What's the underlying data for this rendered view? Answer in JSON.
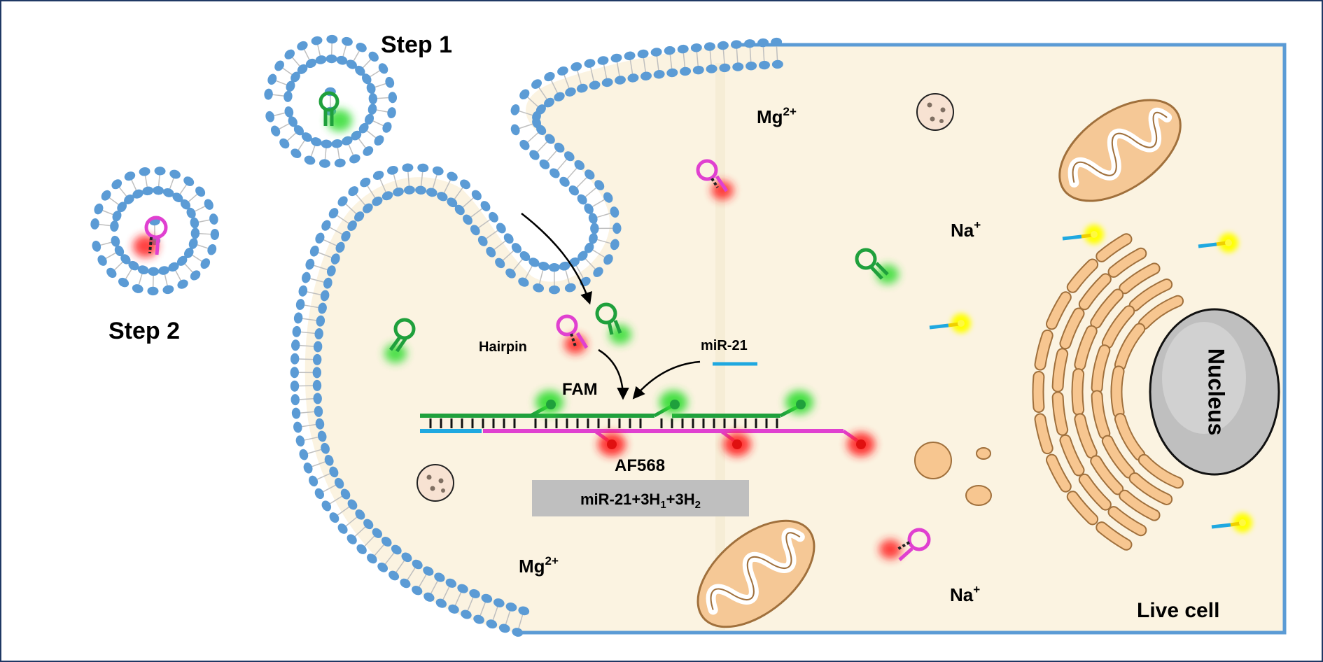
{
  "labels": {
    "step1": "Step 1",
    "step2": "Step 2",
    "mg_top": "Mg",
    "mg_top_sup": "2+",
    "mg_bottom": "Mg",
    "mg_bottom_sup": "2+",
    "na_top": "Na",
    "na_top_sup": "+",
    "na_bottom": "Na",
    "na_bottom_sup": "+",
    "hairpin": "Hairpin",
    "mir21": "miR-21",
    "fam": "FAM",
    "af568": "AF568",
    "product_box_main": "miR-21+3H",
    "product_sub1": "1",
    "product_plus": "+3H",
    "product_sub2": "2",
    "nucleus": "Nucleus",
    "live_cell": "Live cell"
  },
  "colors": {
    "frame": "#1f3864",
    "cell_border": "#5b9bd5",
    "cytoplasm": "#fbf3e1",
    "lipid_head": "#5b9bd5",
    "lipid_tail": "#bfbfbf",
    "hairpin_h1": "#e040d0",
    "hairpin_h2": "#1fa03c",
    "fam_glow": "#33dd33",
    "af568_glow": "#ff2020",
    "mir21_strand": "#1fa8e0",
    "golgi": "#f7c690",
    "golgi_edge": "#a0703c",
    "mito_fill": "#f5c896",
    "nucleus_fill": "#bfbfbf",
    "product_box": "#bfbfbf",
    "fret_glow": "#ffff00"
  }
}
